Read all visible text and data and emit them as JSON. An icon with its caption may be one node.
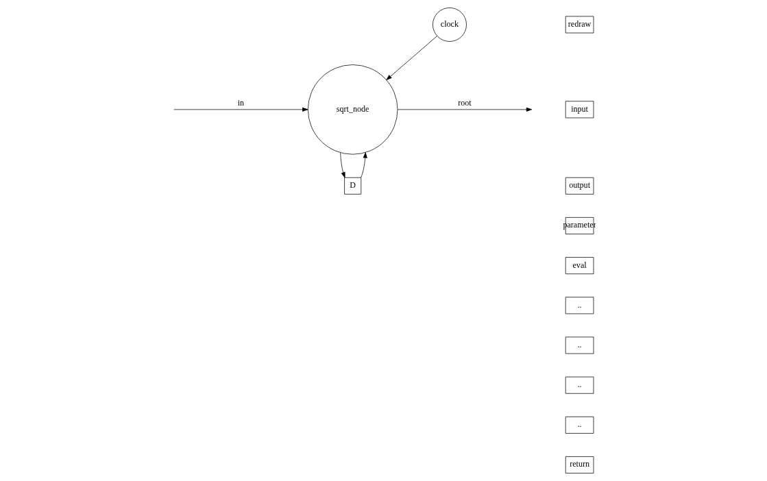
{
  "diagram": {
    "nodes": [
      {
        "text": [
          "clock"
        ]
      },
      {
        "text": [
          "sqrt_node"
        ]
      },
      {
        "text": [
          "D"
        ]
      },
      {
        "text": [
          "redraw"
        ]
      },
      {
        "text": [
          "input"
        ]
      },
      {
        "text": [
          "output"
        ]
      },
      {
        "text": [
          "parameter"
        ]
      },
      {
        "text": [
          "eval"
        ]
      },
      {
        "text": [
          ".."
        ]
      },
      {
        "text": [
          ".."
        ]
      },
      {
        "text": [
          ".."
        ]
      },
      {
        "text": [
          ".."
        ]
      },
      {
        "text": [
          "return"
        ]
      }
    ],
    "edges": [
      {
        "from": 0,
        "to": 1,
        "arrow": "to"
      },
      {
        "from": null,
        "to": 1,
        "arrow": "to",
        "label": "in"
      },
      {
        "from": 1,
        "to": null,
        "arrow": "to",
        "label": "root"
      },
      {
        "from": 1,
        "to": 2,
        "arrow": "to"
      },
      {
        "from": 2,
        "to": 1,
        "arrow": "to"
      }
    ]
  }
}
